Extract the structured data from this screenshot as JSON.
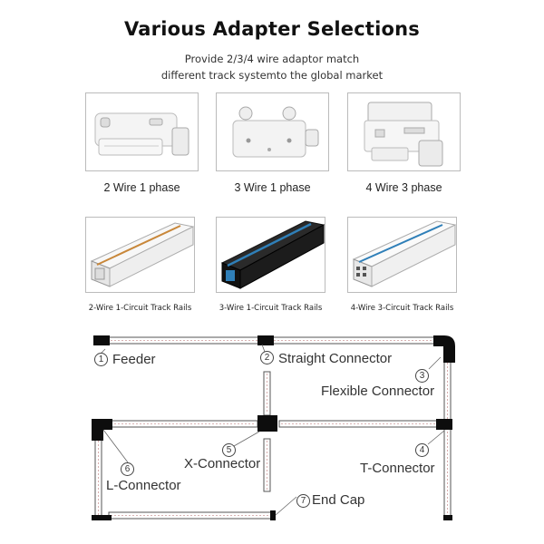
{
  "header": {
    "title": "Various Adapter Selections",
    "subtitle_line1": "Provide 2/3/4 wire adaptor match",
    "subtitle_line2": "different track systemto the global market"
  },
  "adapters": [
    {
      "label": "2 Wire 1 phase"
    },
    {
      "label": "3 Wire 1 phase"
    },
    {
      "label": "4 Wire 3 phase"
    }
  ],
  "rails": [
    {
      "label": "2-Wire 1-Circuit Track Rails"
    },
    {
      "label": "3-Wire 1-Circuit Track Rails"
    },
    {
      "label": "4-Wire 3-Circuit Track Rails"
    }
  ],
  "diagram": {
    "items": [
      {
        "num": "1",
        "label": "Feeder"
      },
      {
        "num": "2",
        "label": "Straight Connector"
      },
      {
        "num": "3",
        "label": "Flexible Connector"
      },
      {
        "num": "4",
        "label": "T-Connector"
      },
      {
        "num": "5",
        "label": "X-Connector"
      },
      {
        "num": "6",
        "label": "L-Connector"
      },
      {
        "num": "7",
        "label": "End Cap"
      }
    ]
  },
  "colors": {
    "rail_white": "#f2f2f2",
    "rail_black": "#1c1c1c",
    "rail_accent_blue": "#2f7fb8",
    "rail_accent_copper": "#c8873a",
    "connector_black": "#0d0d0d"
  }
}
